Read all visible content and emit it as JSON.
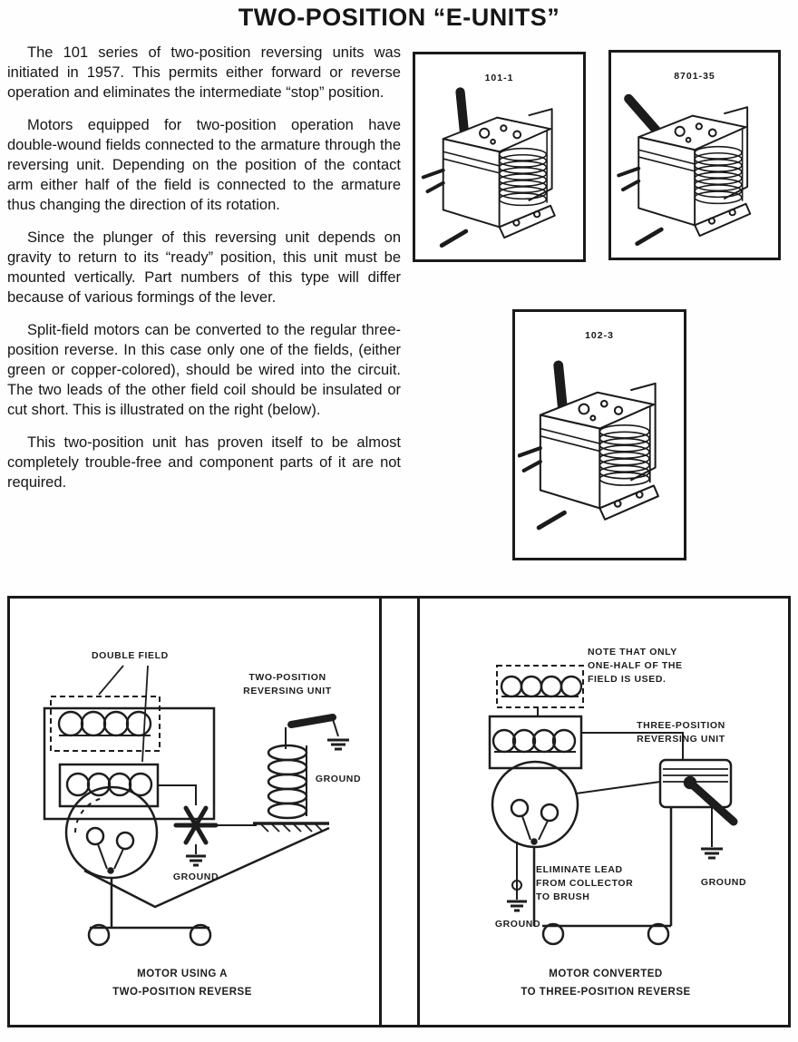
{
  "page": {
    "title": "TWO-POSITION “E-UNITS”",
    "paragraphs": [
      "The 101 series of two-position reversing units was initiated in 1957. This permits either forward or reverse operation and eliminates the intermediate “stop” position.",
      "Motors equipped for two-position operation have double-wound fields connected to the armature through the reversing unit. Depending on the position of the contact arm either half of the field is connected to the armature thus changing the direction of its rotation.",
      "Since the plunger of this reversing unit depends on gravity to return to its “ready” position, this unit must be mounted vertically. Part numbers of this type will differ because of various formings of the lever.",
      "Split-field motors can be converted to the regular three-position reverse. In this case only one of the fields, (either green or copper-colored), should be wired into the circuit. The two leads of the other field coil should be insulated or cut short. This is illustrated on the right (below).",
      "This two-position unit has proven itself to be almost completely trouble-free and component parts of it are not required."
    ]
  },
  "unit_figures": [
    {
      "label": "101-1"
    },
    {
      "label": "8701-35"
    },
    {
      "label": "102-3"
    }
  ],
  "left_diagram": {
    "double_field": "DOUBLE FIELD",
    "reversing_unit": "TWO-POSITION\nREVERSING UNIT",
    "ground_unit": "GROUND",
    "ground_motor": "GROUND",
    "caption": "MOTOR USING A\nTWO-POSITION REVERSE"
  },
  "right_diagram": {
    "note": "NOTE THAT ONLY\nONE-HALF OF THE\nFIELD IS USED.",
    "reversing_unit": "THREE-POSITION\nREVERSING UNIT",
    "eliminate": "ELIMINATE LEAD\nFROM COLLECTOR\nTO BRUSH",
    "ground_left": "GROUND",
    "ground_right": "GROUND",
    "caption": "MOTOR CONVERTED\nTO THREE-POSITION REVERSE"
  },
  "colors": {
    "ink": "#1a1a1a",
    "paper": "#fefefe"
  }
}
